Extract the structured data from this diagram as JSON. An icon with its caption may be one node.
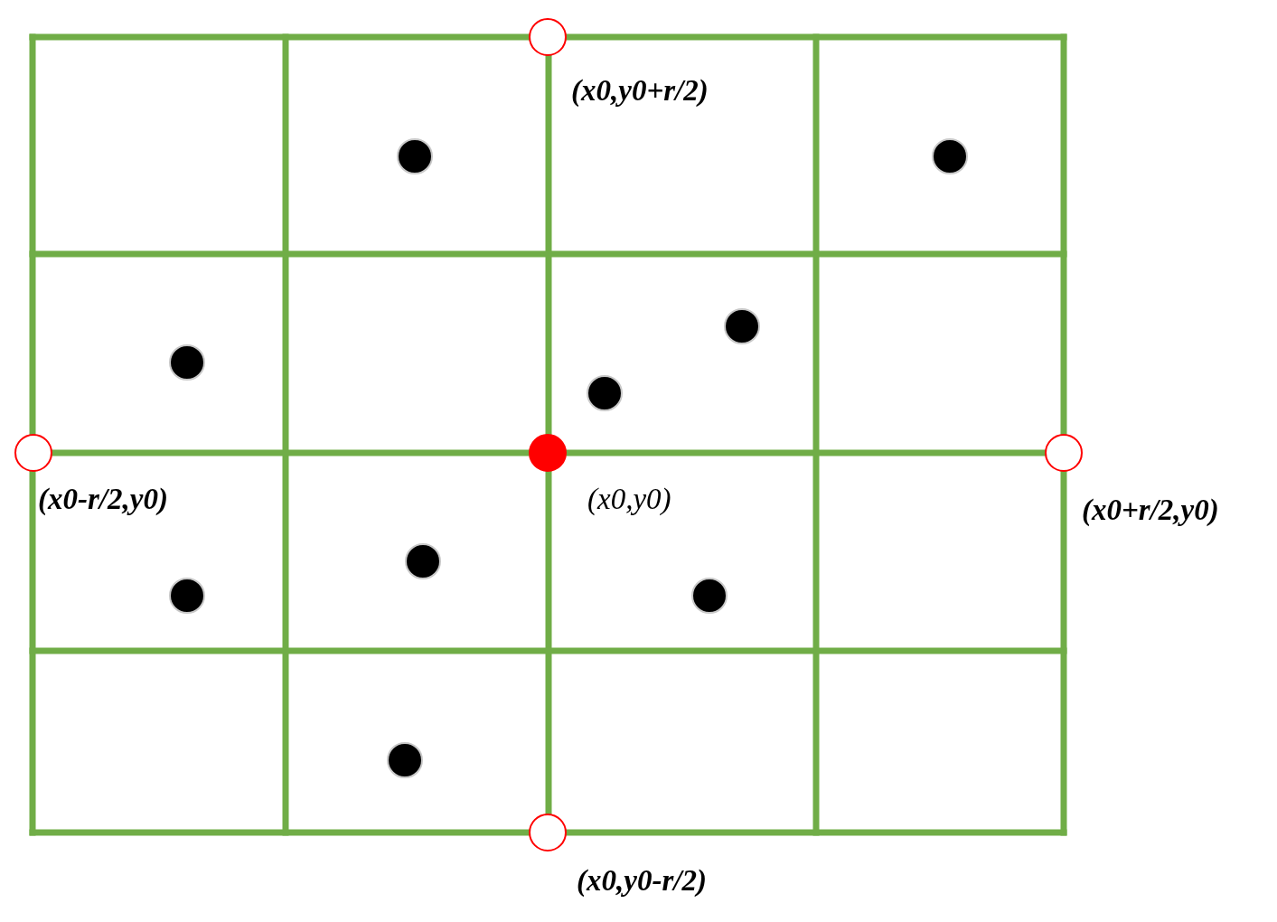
{
  "diagram": {
    "nodes": [
      {
        "text": [],
        "shape": "circle",
        "beside": [
          "(x0,y0+r/2)"
        ]
      },
      {
        "text": [],
        "shape": "circle",
        "beside": [
          "(x0-r/2,y0)"
        ]
      },
      {
        "text": [],
        "shape": "circle",
        "beside": [
          "(x0,y0)"
        ]
      },
      {
        "text": [],
        "shape": "circle",
        "beside": [
          "(x0+r/2,y0)"
        ]
      },
      {
        "text": [],
        "shape": "circle",
        "beside": [
          "(x0,y0-r/2)"
        ]
      }
    ]
  }
}
